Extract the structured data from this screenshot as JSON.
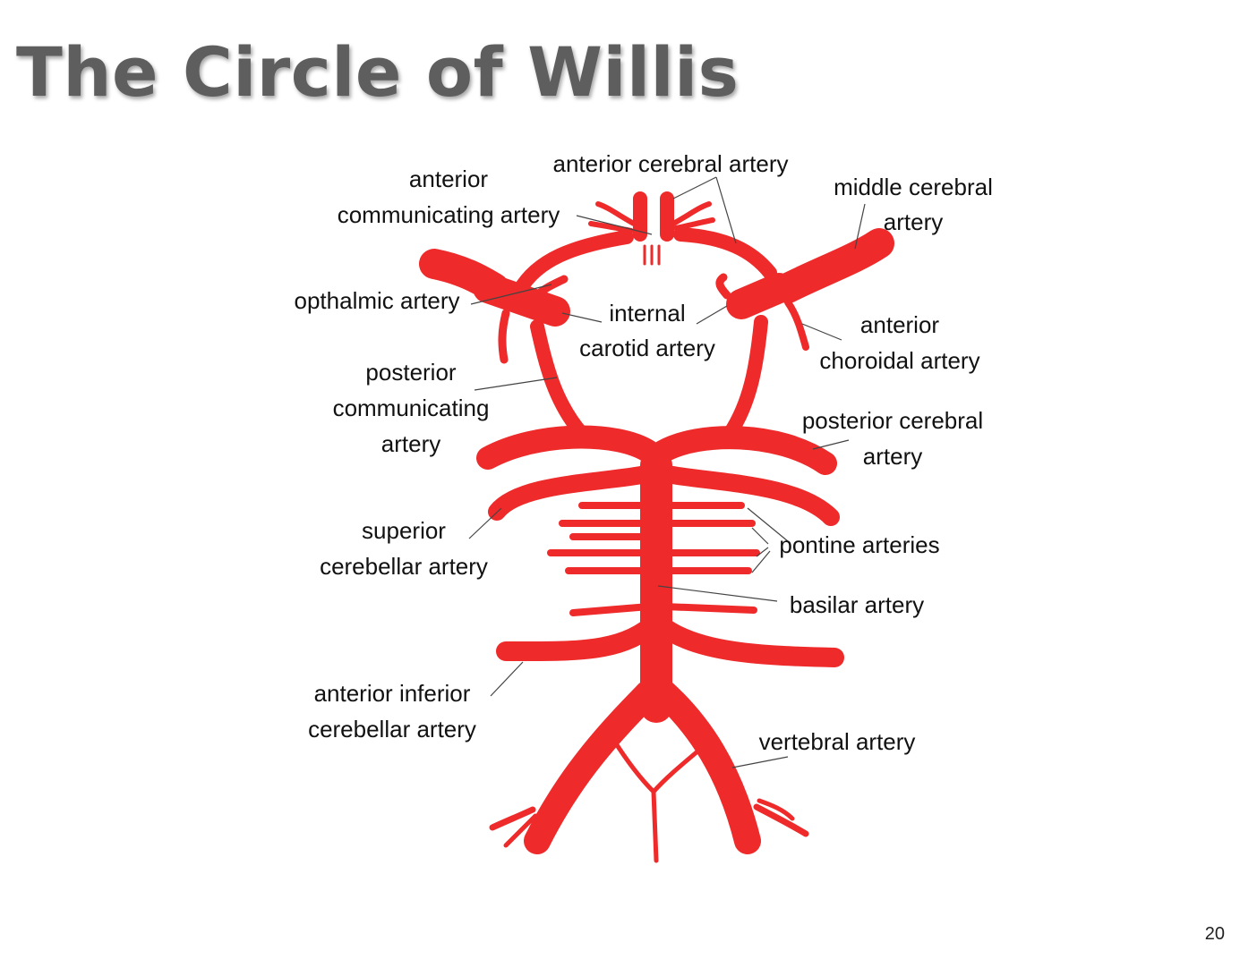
{
  "slide": {
    "title": "The Circle of Willis",
    "page_number": "20"
  },
  "colors": {
    "artery": "#ee2a2a",
    "artery_shade": "#c81e1e",
    "title": "#5e5e5e"
  },
  "labels": {
    "anterior_cerebral": [
      "anterior cerebral artery"
    ],
    "anterior_communicating": [
      "anterior",
      "communicating artery"
    ],
    "middle_cerebral": [
      "middle cerebral",
      "artery"
    ],
    "ophthalmic": [
      "opthalmic artery"
    ],
    "internal_carotid": [
      "internal",
      "carotid artery"
    ],
    "anterior_choroidal": [
      "anterior",
      "choroidal artery"
    ],
    "posterior_communicating": [
      "posterior",
      "communicating",
      "artery"
    ],
    "posterior_cerebral": [
      "posterior cerebral",
      "artery"
    ],
    "superior_cerebellar": [
      "superior",
      "cerebellar artery"
    ],
    "pontine": [
      "pontine arteries"
    ],
    "basilar": [
      "basilar artery"
    ],
    "anterior_inferior_cerebellar": [
      "anterior inferior",
      "cerebellar artery"
    ],
    "vertebral": [
      "vertebral artery"
    ]
  }
}
